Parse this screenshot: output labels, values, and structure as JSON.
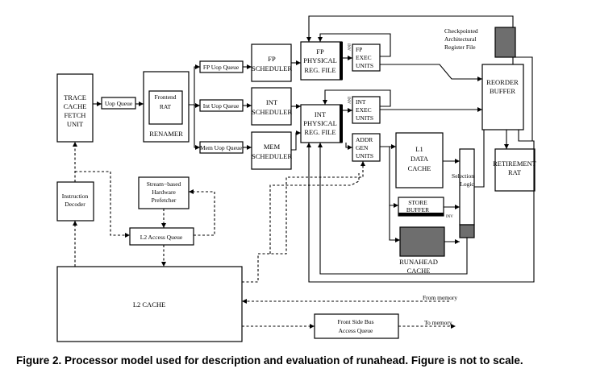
{
  "blocks": {
    "trace_cache": [
      "TRACE",
      "CACHE",
      "FETCH",
      "UNIT"
    ],
    "uop_queue": "Uop Queue",
    "renamer": "RENAMER",
    "frontend_rat": [
      "Frontend",
      "RAT"
    ],
    "fp_uop_queue": "FP Uop Queue",
    "int_uop_queue": "Int Uop Queue",
    "mem_uop_queue": "Mem Uop Queue",
    "fp_scheduler": [
      "FP",
      "SCHEDULER"
    ],
    "int_scheduler": [
      "INT",
      "SCHEDULER"
    ],
    "mem_scheduler": [
      "MEM",
      "SCHEDULER"
    ],
    "fp_regfile": [
      "FP",
      "PHYSICAL",
      "REG. FILE"
    ],
    "int_regfile": [
      "INT",
      "PHYSICAL",
      "REG. FILE"
    ],
    "fp_exec": [
      "FP",
      "EXEC",
      "UNITS"
    ],
    "int_exec": [
      "INT",
      "EXEC",
      "UNITS"
    ],
    "addr_gen": [
      "ADDR",
      "GEN",
      "UNITS"
    ],
    "checkpoint": [
      "Checkpointed",
      "Architectural",
      "Register File"
    ],
    "reorder_buffer": [
      "REORDER",
      "BUFFER"
    ],
    "retirement_rat": [
      "RETIREMENT",
      "RAT"
    ],
    "l1_data_cache": [
      "L1",
      "DATA",
      "CACHE"
    ],
    "selection_logic": [
      "Selection",
      "Logic"
    ],
    "store_buffer": [
      "STORE",
      "BUFFER"
    ],
    "runahead_cache": [
      "RUNAHEAD",
      "CACHE"
    ],
    "inv": "INV",
    "instruction_decoder": [
      "Instruction",
      "Decoder"
    ],
    "prefetcher": [
      "Stream−based",
      "Hardware",
      "Prefetcher"
    ],
    "l2_access_queue": "L2 Access Queue",
    "l2_cache": "L2 CACHE",
    "fsb_queue": [
      "Front Side Bus",
      "Access Queue"
    ],
    "from_memory": "From memory",
    "to_memory": "To memory"
  },
  "caption": "Figure 2. Processor model used for description and evaluation of runahead. Figure is not to scale."
}
